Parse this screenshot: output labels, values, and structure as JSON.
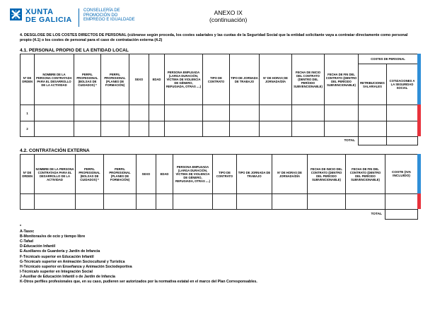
{
  "header": {
    "logo_line1": "XUNTA",
    "logo_line2": "DE GALICIA",
    "dept_lines": [
      "CONSELLERÍA DE",
      "PROMOCIÓN DO",
      "EMPREGO E IGUALDADE"
    ],
    "annex_title": "ANEXO IX",
    "annex_sub": "(continuación)"
  },
  "intro_note": "4. DESGLOSE DE LOS COSTES DIRECTOS DE PERSONAL (cúbranse según proceda, los costes salariales y las cuotas de la Seguridad Social que la entidad solicitante vaya a contratar directamente como personal propio (4.1) o los costes de personal para el caso de contratación externa (4.2)",
  "section1": {
    "title": "4.1. PERSONAL PROPIO DE LA ENTIDAD LOCAL",
    "group_header": "COSTES DE PERSONAL",
    "columns": [
      "Nº DE ORDEN",
      "NOMBRE DE LA PERSONA CONTRATADA PARA EL DESARROLLO DE LA ACTIVIDAD",
      "PERFIL PROFESIONAL (BOLSAS DE CUIDADOS) *",
      "PERFIL PROFESIONAL (PLANES DE FORMACIÓN)",
      "SEXO",
      "EDAD",
      "PERSONA EMPLEADA (LARGA DURACIÓN, VÍCTIMA DE VIOLENCIA DE GÉNERO, REFUGIADA, OTRAS ....)",
      "TIPO DE CONTRATO",
      "TIPO DE JORNADA DE TRABAJO",
      "Nº DE HORAS DE JORNADA/DÍA",
      "FECHA DE INICIO DEL CONTRATO (DENTRO DEL PERÍODO SUBVENCIONABLE)",
      "FECHA DE FIN DEL CONTRATO (DENTRO DEL PERÍODO SUBVENCIONABLE)",
      "RETRIBUCIONES SALARIALES",
      "COTIZACIONES A LA SEGURIDAD SOCIAL"
    ],
    "rows": [
      "1",
      "2"
    ],
    "total_label": "TOTAL"
  },
  "section2": {
    "title": "4.2. CONTRATACIÓN EXTERNA",
    "columns": [
      "Nº DE ORDEN",
      "NOMBRE DE LA PERSONA CONTRATADA PARA EL DESARROLLO DE LA ACTIVIDAD",
      "PERFIL PROFESIONAL (BOLSAS DE CUIDADOS) *",
      "PERFIL PROFESIONAL (PLANES DE FORMACIÓN)",
      "SEXO",
      "EDAD",
      "PERSONA EMPLEADA (LARGA DURACIÓN, VÍCTIMA DE VIOLENCIA DE GÉNERO, REFUGIADA, OTRAS ....)",
      "TIPO DE CONTRATO",
      "TIPO DE JORNADA DE TRABAJO",
      "Nº DE HORAS DE JORNADA/DÍA",
      "FECHA DE INICIO DEL CONTRATO (DENTRO DEL PERÍODO SUBVENCIONABLE)",
      "FECHA DE FIN DEL CONTRATO (DENTRO DEL PERÍODO SUBVENCIONABLE)",
      "COSTE (IVA INCLUIDO)"
    ],
    "total_label": "TOTAL"
  },
  "legend": {
    "marker": "*",
    "items": [
      "A-Tasoc",
      "B-Monitoras/es de ocio y tiempo libre",
      "C-Tafad",
      "D-Educación Infantil",
      "E-Auxiliares de Guardería y Jardín de Infancia",
      "F-Técnica/o superior en Educación Infantil",
      "G-Técnica/o superior en Animación Sociocultural y Turística",
      "H-Técnica/o superior en Enseñanza y Animación Sociodeportiva",
      "I-Técnica/o superior en Integración Social",
      "J-Auxiliar de Educación Infantil o de Jardín de Infancia",
      "K-Otros perfiles profesionales que, en su caso, pudieren ser autorizados por la normativa estatal en el marco del Plan Corresponsables."
    ]
  },
  "colors": {
    "brand": "#0066b3",
    "side_blue": "#2f8fd8",
    "side_red": "#e8323c"
  }
}
